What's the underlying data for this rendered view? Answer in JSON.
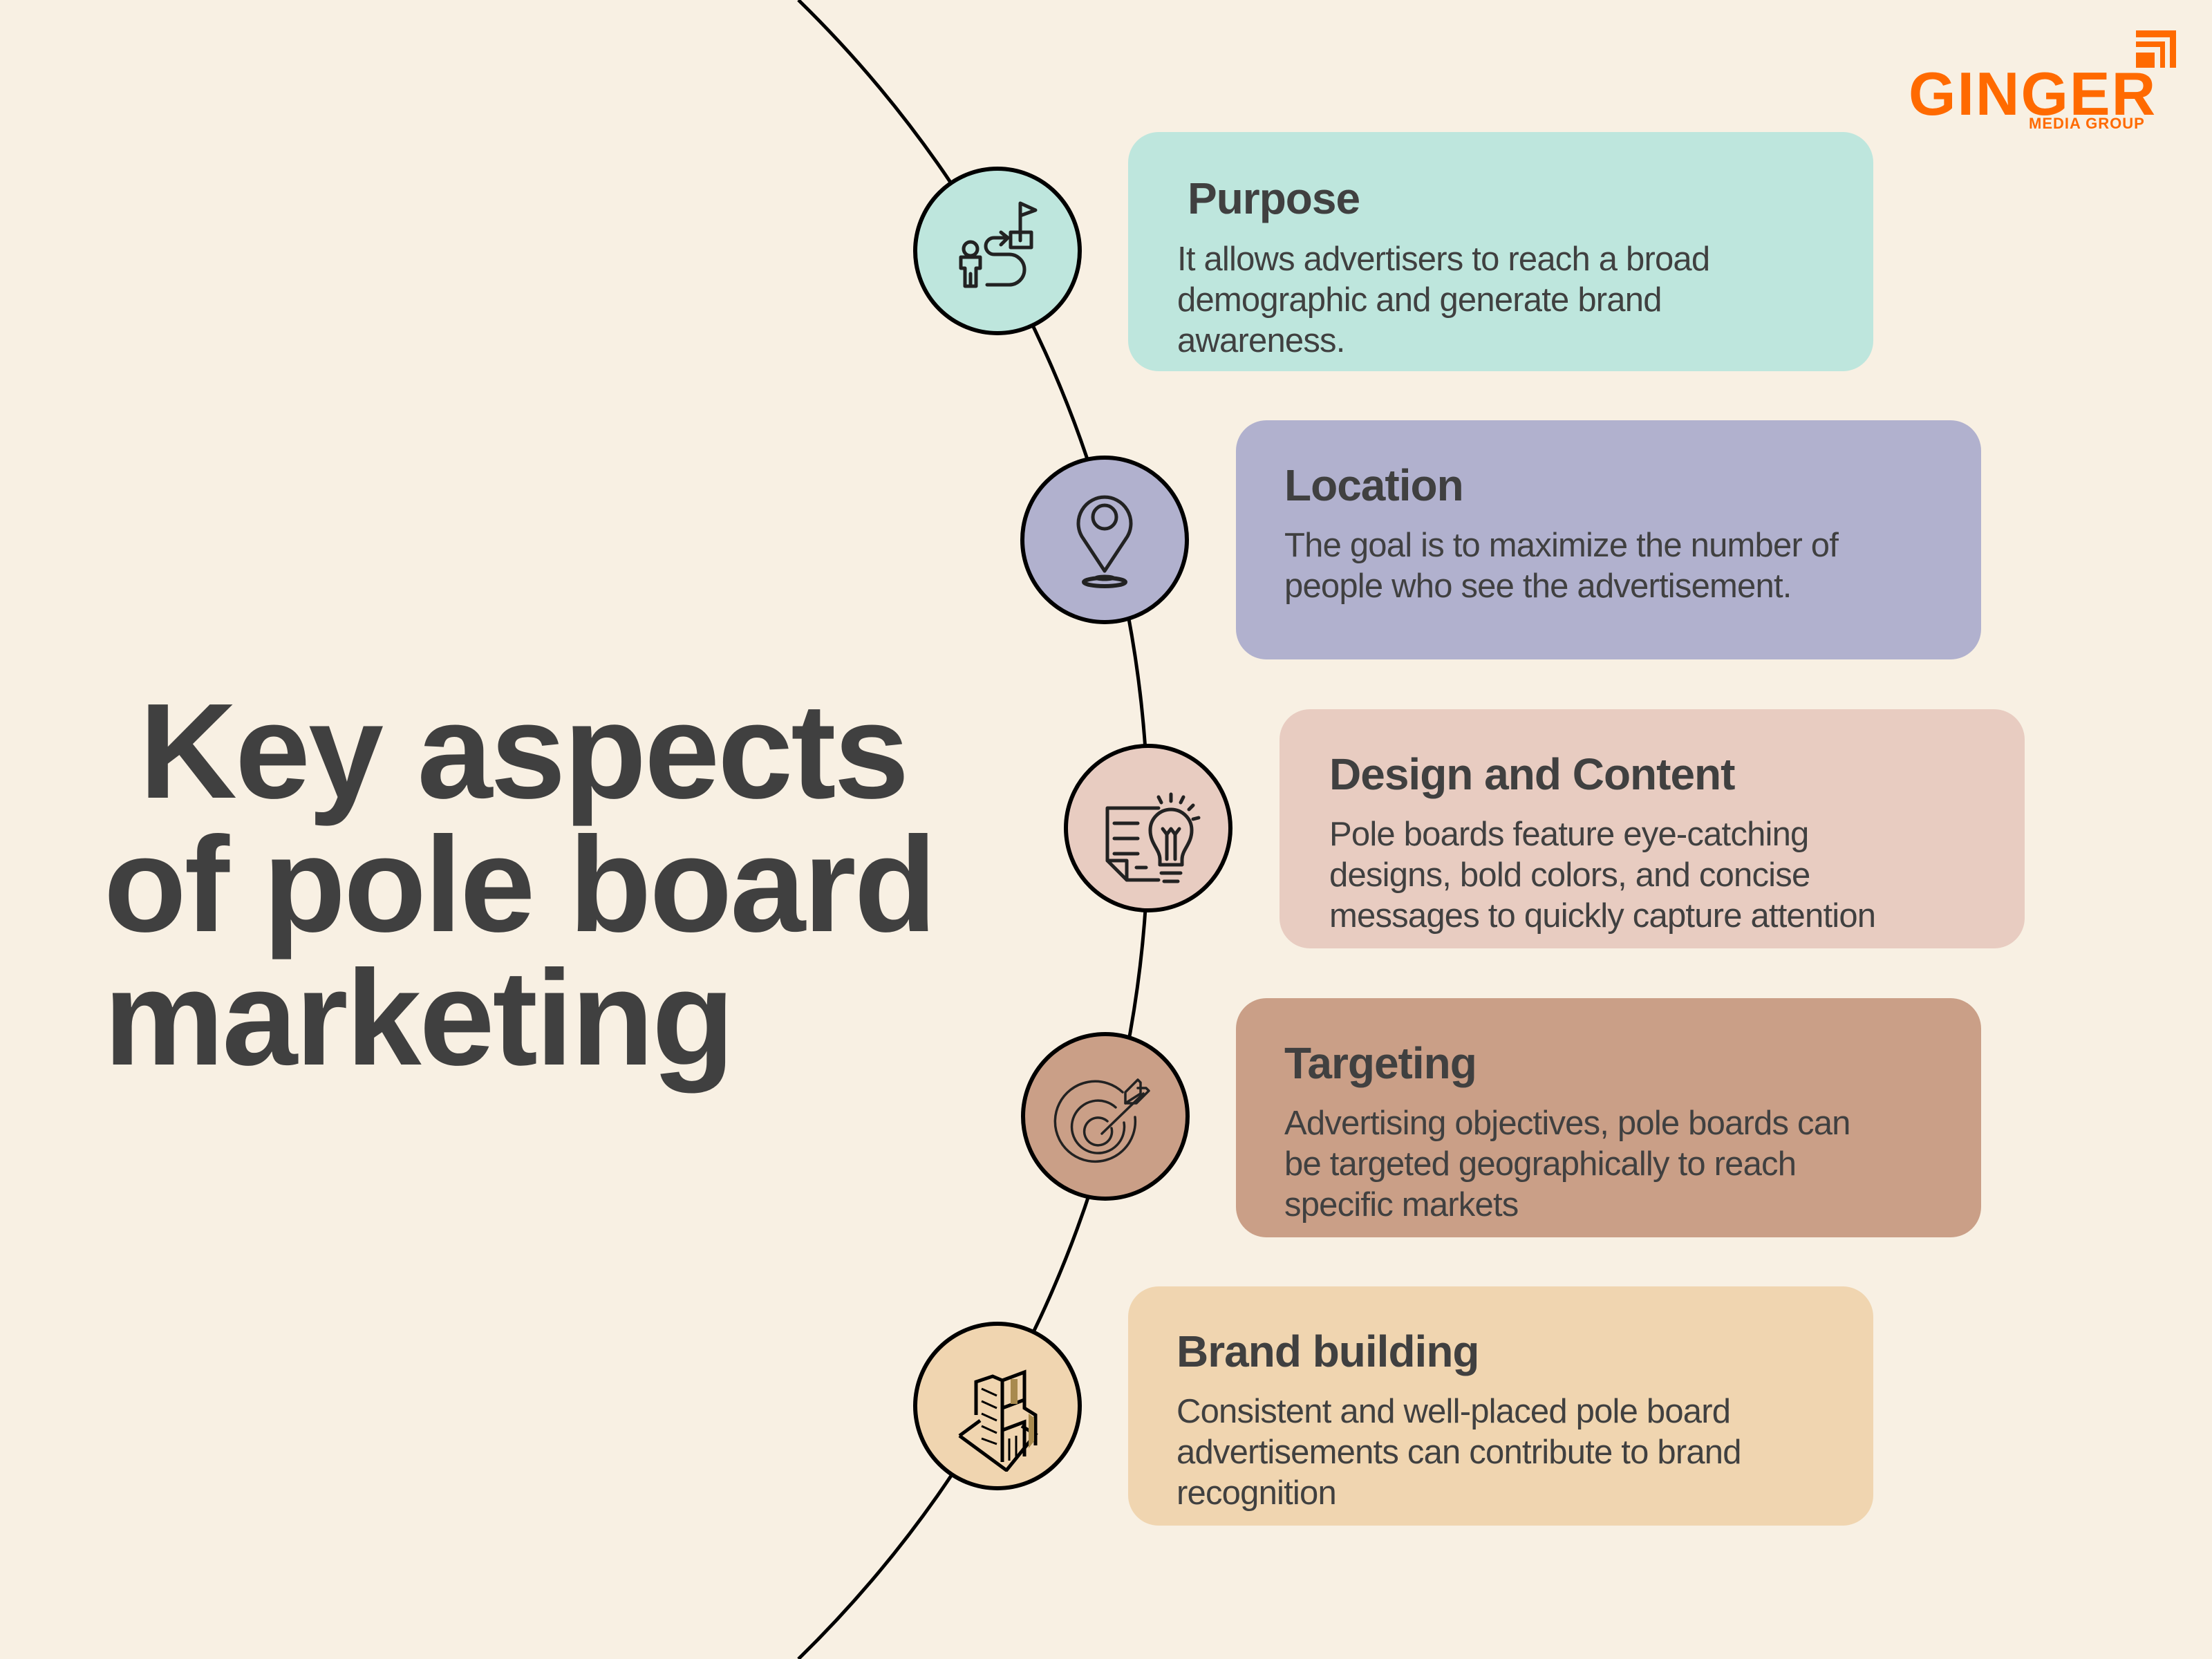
{
  "brand": {
    "name": "GINGER",
    "tagline": "MEDIA GROUP",
    "color": "#FF6A00"
  },
  "heading": {
    "line1": " Key aspects",
    "line2": "of pole board",
    "line3": "marketing"
  },
  "colors": {
    "background": "#F8F0E3",
    "text": "#404040",
    "line": "#000000"
  },
  "aspects": [
    {
      "title": "Purpose",
      "body": "It allows advertisers to reach a broad\ndemographic and generate brand\nawareness.",
      "icon": "person-path-flag-icon",
      "color": "#BEE6DD"
    },
    {
      "title": "Location",
      "body": " The goal is to maximize the number of\npeople who see the advertisement.",
      "icon": "map-pin-icon",
      "color": "#B1B1CE"
    },
    {
      "title": "Design and Content",
      "body": " Pole boards feature eye-catching\ndesigns, bold colors, and concise\nmessages to quickly capture attention",
      "icon": "document-lightbulb-icon",
      "color": "#E8CCC1"
    },
    {
      "title": "Targeting",
      "body": "Advertising objectives, pole boards can\nbe targeted geographically to reach\nspecific markets",
      "icon": "target-arrow-icon",
      "color": "#CA9F87"
    },
    {
      "title": "Brand building",
      "body": "Consistent and well-placed pole board\nadvertisements can contribute to brand\nrecognition",
      "icon": "building-icon",
      "color": "#F0D5B0"
    }
  ]
}
